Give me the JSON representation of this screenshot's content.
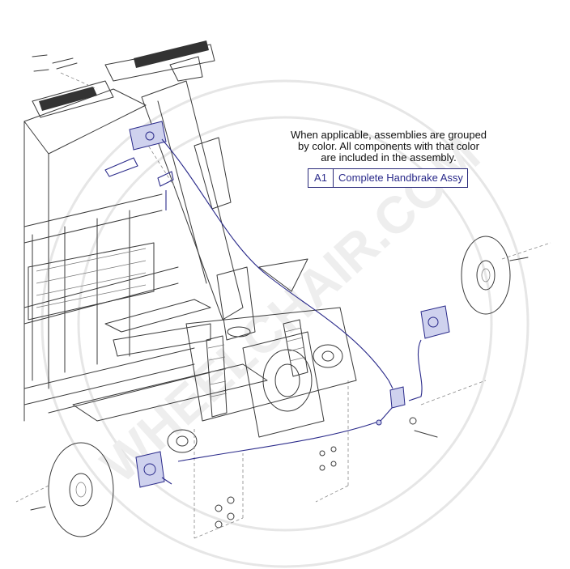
{
  "note": {
    "line1": "When applicable, assemblies are grouped",
    "line2": "by color. All components with that color",
    "line3": "are included in the assembly."
  },
  "legend": {
    "code": "A1",
    "label": "Complete Handbrake Assy",
    "color": "#2a2a8a"
  },
  "colors": {
    "line": "#3a3a3a",
    "assembly": "#2a2a8a",
    "assembly_fill": "#cfd2ee",
    "background": "#ffffff"
  }
}
